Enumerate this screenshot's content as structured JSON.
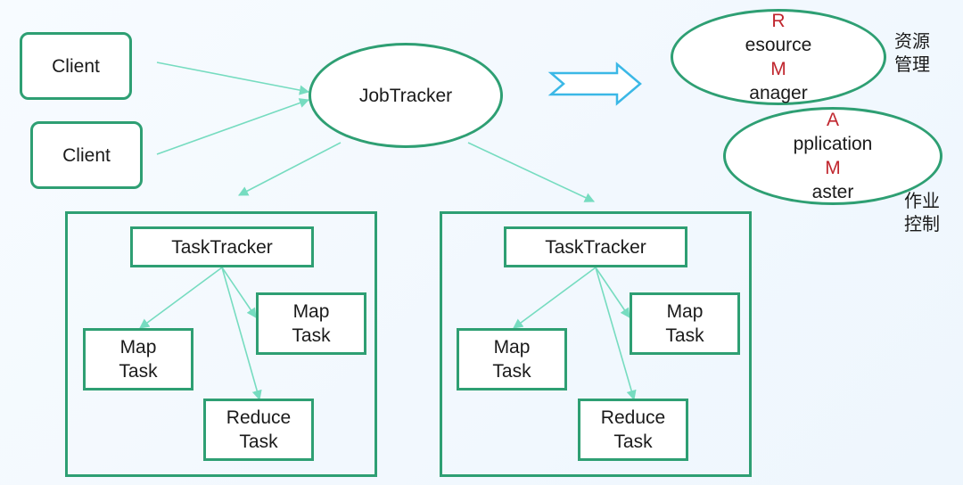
{
  "colors": {
    "stroke": "#2e9f73",
    "arrow": "#76dcc0",
    "accent": "#c0262e",
    "big_arrow": "#3bb8e6"
  },
  "clients": [
    "Client",
    "Client"
  ],
  "jobtracker": "JobTracker",
  "clusters": [
    {
      "tasktracker": "TaskTracker",
      "map_a": [
        "Map",
        "Task"
      ],
      "map_b": [
        "Map",
        "Task"
      ],
      "reduce": [
        "Reduce",
        "Task"
      ]
    },
    {
      "tasktracker": "TaskTracker",
      "map_a": [
        "Map",
        "Task"
      ],
      "map_b": [
        "Map",
        "Task"
      ],
      "reduce": [
        "Reduce",
        "Task"
      ]
    }
  ],
  "resource_manager": {
    "line1_initial": "R",
    "line1_rest": "esource",
    "line2_initial": "M",
    "line2_rest": "anager"
  },
  "application_master": {
    "line1_initial": "A",
    "line1_rest": "pplication",
    "line2_initial": "M",
    "line2_rest": "aster"
  },
  "labels": {
    "resource_mgmt": [
      "资源",
      "管理"
    ],
    "job_control": [
      "作业",
      "控制"
    ]
  }
}
